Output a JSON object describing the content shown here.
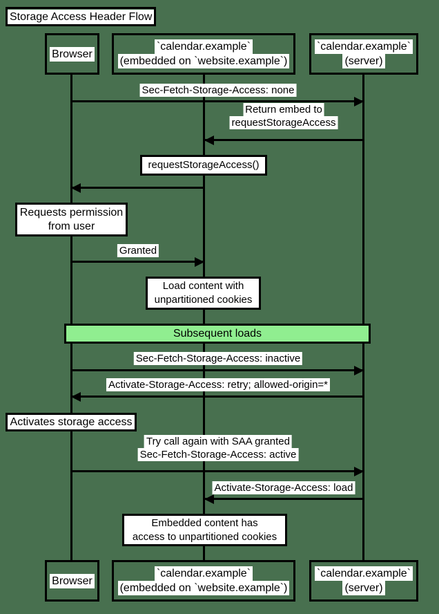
{
  "title": "Storage Access Header Flow",
  "actors": {
    "browser": {
      "label": "Browser"
    },
    "embed": {
      "line1": "`calendar.example`",
      "line2": "(embedded on `website.example`)"
    },
    "server": {
      "line1": "`calendar.example`",
      "line2": "(server)"
    }
  },
  "flow": {
    "msg_sfsa_none": "Sec-Fetch-Storage-Access: none",
    "msg_return_embed": {
      "line1": "Return embed to",
      "line2": "requestStorageAccess"
    },
    "note_request_storage_access": "requestStorageAccess()",
    "note_requests_permission": {
      "line1": "Requests permission",
      "line2": "from user"
    },
    "msg_granted": "Granted",
    "note_load_content": {
      "line1": "Load content with",
      "line2": "unpartitioned cookies"
    },
    "divider_subsequent_loads": "Subsequent loads",
    "msg_sfsa_inactive": "Sec-Fetch-Storage-Access: inactive",
    "msg_asa_retry": "Activate-Storage-Access: retry; allowed-origin=*",
    "note_activates_storage": "Activates storage access",
    "msg_try_again": {
      "line1": "Try call again with SAA granted",
      "line2": "Sec-Fetch-Storage-Access: active"
    },
    "msg_asa_load": "Activate-Storage-Access: load",
    "note_embedded_content": {
      "line1": "Embedded content has",
      "line2": "access to unpartitioned cookies"
    }
  },
  "colors": {
    "background": "#48704F",
    "divider_fill": "#90EE90",
    "line": "#000000",
    "label_bg": "#FFFFFF",
    "text": "#000000"
  }
}
